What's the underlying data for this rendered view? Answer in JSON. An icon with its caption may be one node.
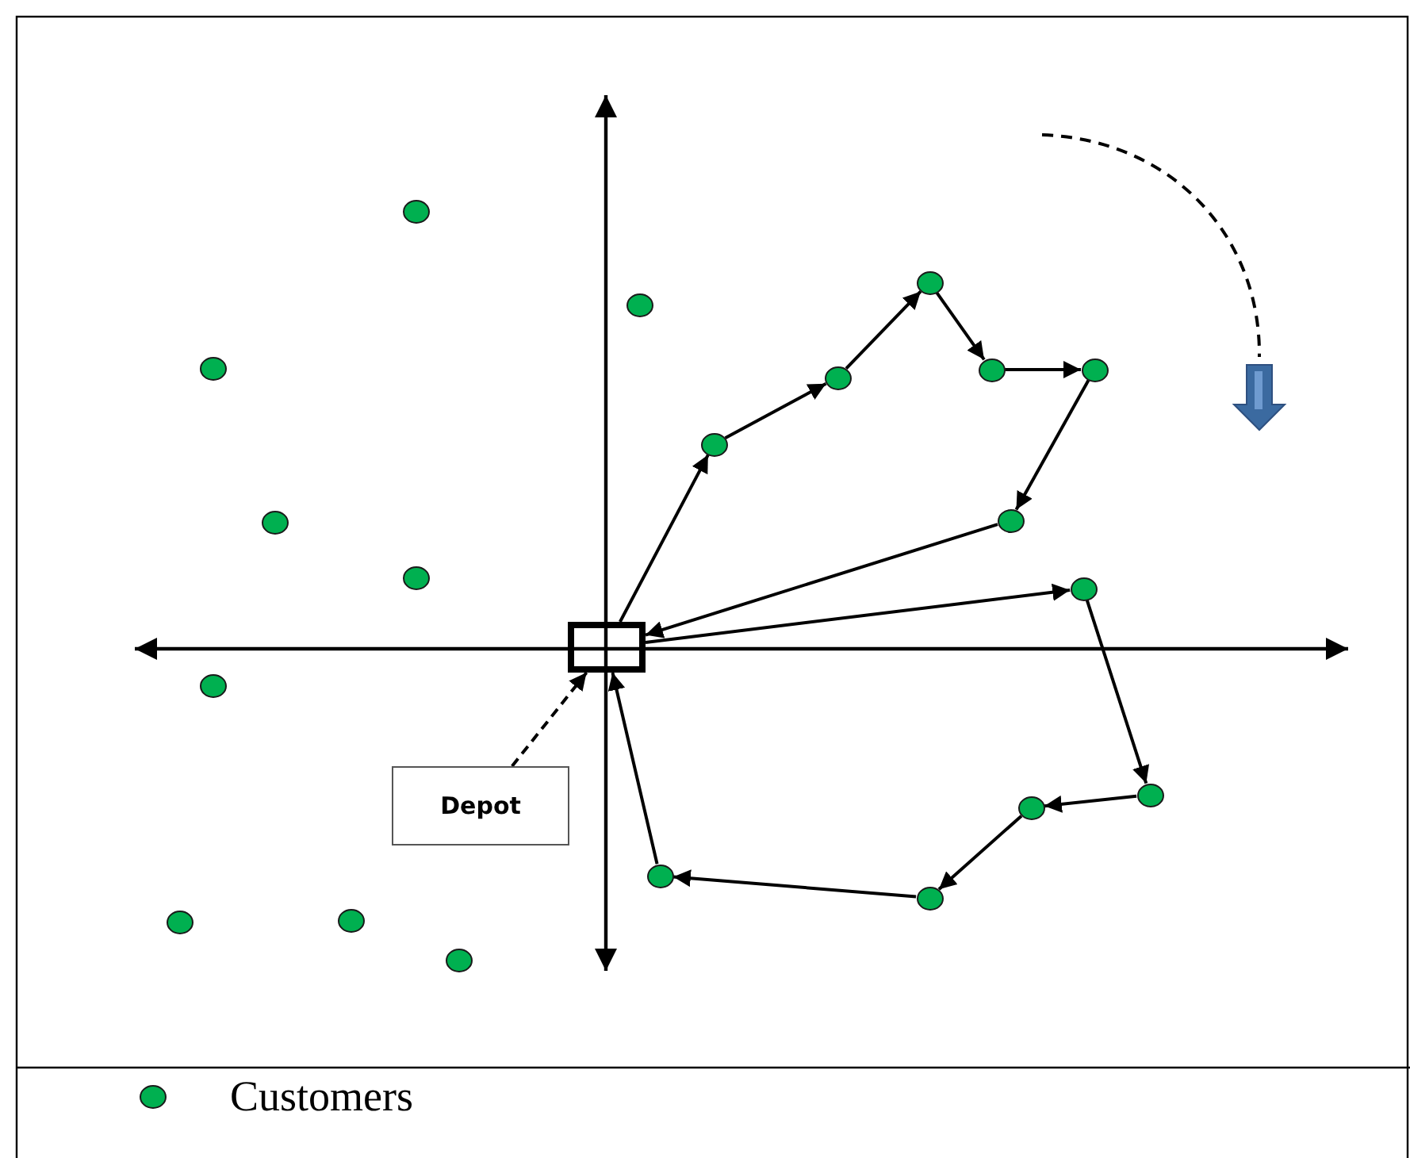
{
  "diagram": {
    "nodes": [
      {
        "text": [],
        "shape": "box"
      },
      {
        "text": [
          "Depot"
        ]
      },
      {
        "text": [],
        "shape": "circle"
      },
      {
        "text": [],
        "shape": "circle"
      },
      {
        "text": [],
        "shape": "circle"
      },
      {
        "text": [],
        "shape": "circle"
      },
      {
        "text": [],
        "shape": "circle"
      },
      {
        "text": [],
        "shape": "circle"
      },
      {
        "text": [],
        "shape": "circle"
      },
      {
        "text": [],
        "shape": "circle"
      },
      {
        "text": [],
        "shape": "circle"
      },
      {
        "text": [],
        "shape": "circle"
      },
      {
        "text": [],
        "shape": "circle"
      },
      {
        "text": [],
        "shape": "circle"
      },
      {
        "text": [],
        "shape": "circle"
      },
      {
        "text": [],
        "shape": "circle"
      },
      {
        "text": [],
        "shape": "circle"
      },
      {
        "text": [],
        "shape": "circle"
      },
      {
        "text": [],
        "shape": "circle"
      },
      {
        "text": [],
        "shape": "circle"
      },
      {
        "text": [],
        "shape": "circle"
      },
      {
        "text": [],
        "shape": "circle"
      }
    ],
    "edges": [
      {
        "from": 1,
        "to": 0,
        "arrow": "to",
        "style": "dashed"
      },
      {
        "from": 0,
        "to": 9,
        "arrow": "to"
      },
      {
        "from": 9,
        "to": 6,
        "arrow": "to"
      },
      {
        "from": 6,
        "to": 4,
        "arrow": "to"
      },
      {
        "from": 4,
        "to": 7,
        "arrow": "to"
      },
      {
        "from": 7,
        "to": 8,
        "arrow": "to"
      },
      {
        "from": 8,
        "to": 11,
        "arrow": "to"
      },
      {
        "from": 11,
        "to": 0,
        "arrow": "to"
      },
      {
        "from": 0,
        "to": 13,
        "arrow": "to"
      },
      {
        "from": 13,
        "to": 15,
        "arrow": "to"
      },
      {
        "from": 15,
        "to": 16,
        "arrow": "to"
      },
      {
        "from": 16,
        "to": 18,
        "arrow": "to"
      },
      {
        "from": 18,
        "to": 17,
        "arrow": "to"
      },
      {
        "from": 17,
        "to": 0,
        "arrow": "to"
      }
    ],
    "legend": [
      {
        "text": "Customers"
      }
    ]
  }
}
